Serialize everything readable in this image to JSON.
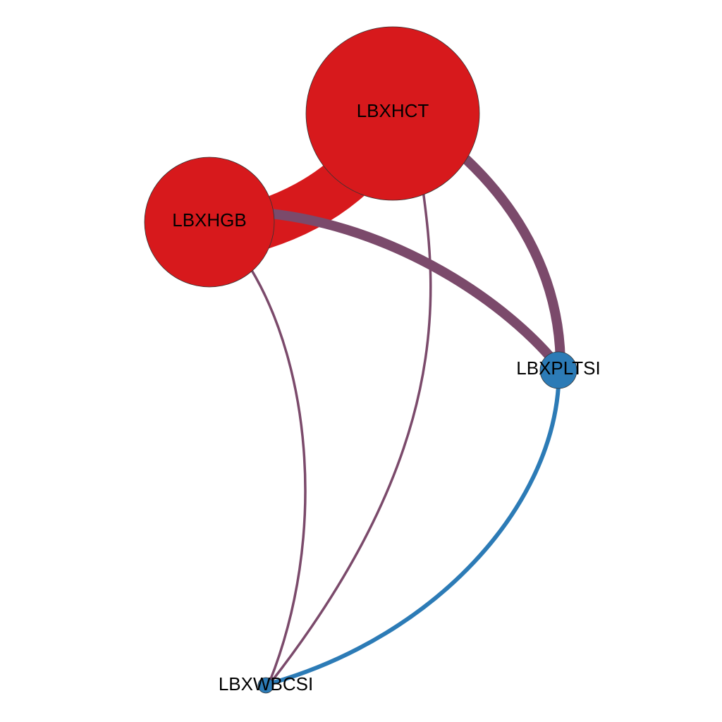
{
  "colors": {
    "node_red": "#d7191c",
    "node_blue": "#2c7bb6",
    "edge_mixed": "#7b4a6b",
    "edge_red": "#d7191c",
    "edge_blue": "#2c7bb6",
    "background": "#ffffff"
  },
  "nodes": [
    {
      "id": "LBXHCT",
      "label": "LBXHCT",
      "color": "#d7191c"
    },
    {
      "id": "LBXHGB",
      "label": "LBXHGB",
      "color": "#d7191c"
    },
    {
      "id": "LBXPLTSI",
      "label": "LBXPLTSI",
      "color": "#2c7bb6"
    },
    {
      "id": "LBXWBCSI",
      "label": "LBXWBCSI",
      "color": "#2c7bb6"
    }
  ],
  "edges": [
    {
      "source": "LBXHGB",
      "target": "LBXHCT",
      "color": "#d7191c"
    },
    {
      "source": "LBXHCT",
      "target": "LBXPLTSI",
      "color": "#7b4a6b"
    },
    {
      "source": "LBXHGB",
      "target": "LBXPLTSI",
      "color": "#7b4a6b"
    },
    {
      "source": "LBXHGB",
      "target": "LBXWBCSI",
      "color": "#7b4a6b"
    },
    {
      "source": "LBXHCT",
      "target": "LBXWBCSI",
      "color": "#7b4a6b"
    },
    {
      "source": "LBXPLTSI",
      "target": "LBXWBCSI",
      "color": "#2c7bb6"
    }
  ]
}
